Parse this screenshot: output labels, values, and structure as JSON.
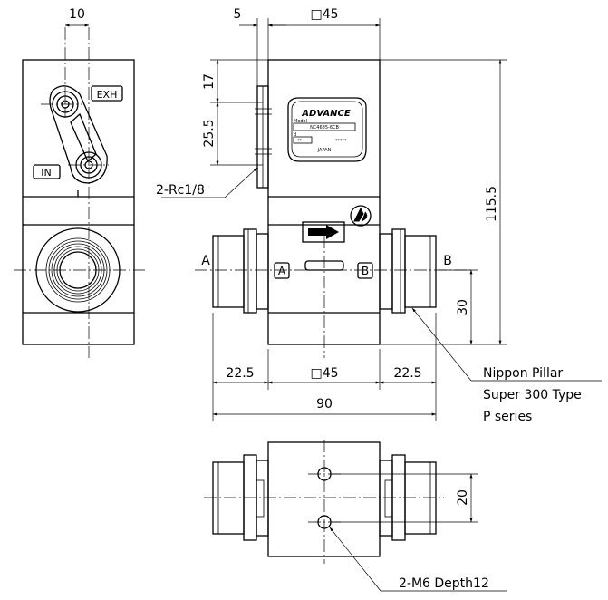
{
  "dimensions": {
    "top_left_width": "10",
    "top_thick": "5",
    "top_square": "□45",
    "height_17": "17",
    "height_25_5": "25.5",
    "height_115_5": "115.5",
    "bottom_left_22_5": "22.5",
    "bottom_square_45": "□45",
    "bottom_right_22_5": "22.5",
    "overall_90": "90",
    "height_30": "30",
    "height_20": "20"
  },
  "callouts": {
    "port_thread": "2-Rc1/8",
    "fitting_line1": "Nippon Pillar",
    "fitting_line2": "Super 300 Type",
    "fitting_line3": "P series",
    "mount_holes": "2-M6 Depth12"
  },
  "ports": {
    "left_label": "A",
    "right_label": "B",
    "left_badge": "A",
    "right_badge": "B",
    "exh_badge": "EXH",
    "in_badge": "IN"
  },
  "nameplate": {
    "brand": "ADVANCE",
    "model_caption": "Model",
    "model_value": "NC4685-6CB",
    "serial_caption": "d",
    "serial_value": "**",
    "serial_right": "*****",
    "country": "JAPAN"
  }
}
